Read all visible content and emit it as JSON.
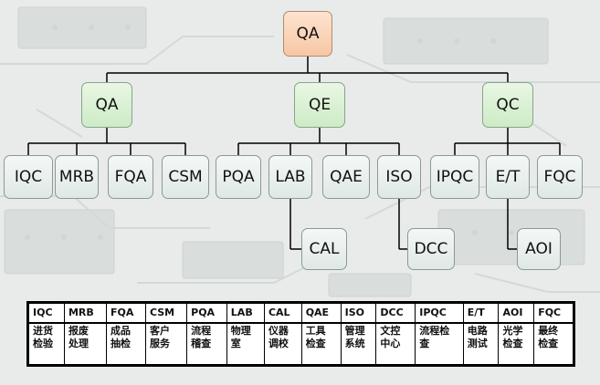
{
  "nodes": {
    "root": "QA",
    "qa": "QA",
    "qe": "QE",
    "qc": "QC",
    "iqc": "IQC",
    "mrb": "MRB",
    "fqa": "FQA",
    "csm": "CSM",
    "pqa": "PQA",
    "lab": "LAB",
    "qae": "QAE",
    "iso": "ISO",
    "ipqc": "IPQC",
    "et": "E/T",
    "fqc": "FQC",
    "cal": "CAL",
    "dcc": "DCC",
    "aoi": "AOI"
  },
  "legend": [
    {
      "abbr": "IQC",
      "l1": "进货",
      "l2": "检验"
    },
    {
      "abbr": "MRB",
      "l1": "报废",
      "l2": "处理"
    },
    {
      "abbr": "FQA",
      "l1": "成品",
      "l2": "抽检"
    },
    {
      "abbr": "CSM",
      "l1": "客户",
      "l2": "服务"
    },
    {
      "abbr": "PQA",
      "l1": "流程",
      "l2": "稽查"
    },
    {
      "abbr": "LAB",
      "l1": "物理",
      "l2": "室"
    },
    {
      "abbr": "CAL",
      "l1": "仪器",
      "l2": "调校"
    },
    {
      "abbr": "QAE",
      "l1": "工具",
      "l2": "检查"
    },
    {
      "abbr": "ISO",
      "l1": "管理",
      "l2": "系统"
    },
    {
      "abbr": "DCC",
      "l1": "文控",
      "l2": "中心"
    },
    {
      "abbr": "IPQC",
      "l1": "流程检",
      "l2": "查"
    },
    {
      "abbr": "E/T",
      "l1": "电路",
      "l2": "测试"
    },
    {
      "abbr": "AOI",
      "l1": "光学",
      "l2": "检查"
    },
    {
      "abbr": "FQC",
      "l1": "最终",
      "l2": "检查"
    }
  ]
}
